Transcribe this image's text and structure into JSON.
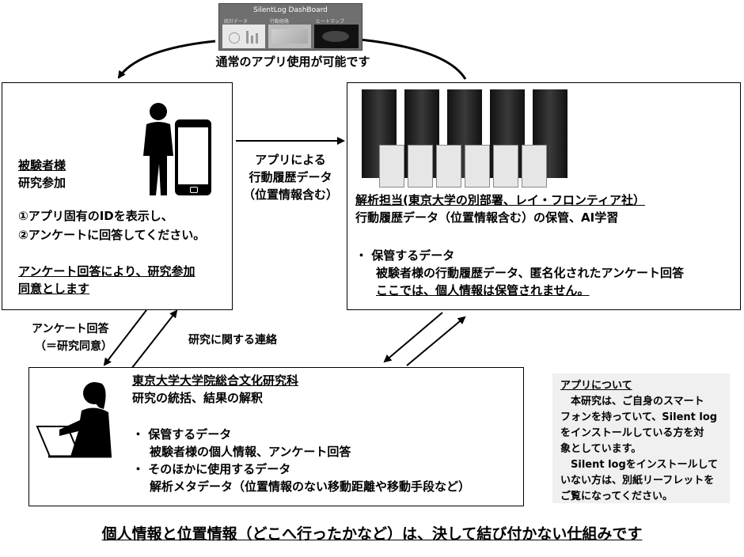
{
  "dashboard": {
    "title": "SilentLog DashBoard",
    "tabs": [
      "統計データ",
      "行動経路",
      "ヒートマップ"
    ]
  },
  "top_arrow_label": "通常のアプリ使用が可能です",
  "participant": {
    "heading": "被験者様",
    "line1": "研究参加",
    "line2": "①アプリ固有のIDを表示し、",
    "line3": "②アンケートに回答してください。",
    "consent1": "アンケート回答により、研究参加",
    "consent2": "同意とします"
  },
  "middle_arrow_label": {
    "line1": "アプリによる",
    "line2": "行動履歴データ",
    "line3": "（位置情報含む）"
  },
  "analysis": {
    "heading": "解析担当(東京大学の別部署、レイ・フロンティア社）",
    "line1": "行動履歴データ（位置情報含む）の保管、AI学習",
    "bullet": "・ 保管するデータ",
    "bullet_detail": "被験者様の行動履歴データ、匿名化されたアンケート回答",
    "note": "ここでは、個人情報は保管されません。"
  },
  "left_arrow_label": {
    "line1": "アンケート回答",
    "line2": "（＝研究同意）"
  },
  "contact_label": "研究に関する連絡",
  "university": {
    "heading": "東京大学大学院総合文化研究科",
    "line1": "研究の統括、結果の解釈",
    "bullet1": "・ 保管するデータ",
    "bullet1_detail": "被験者様の個人情報、アンケート回答",
    "bullet2": "・ そのほかに使用するデータ",
    "bullet2_detail": "解析メタデータ（位置情報のない移動距離や移動手段など）"
  },
  "app_info": {
    "heading": "アプリについて",
    "lines": [
      "　本研究は、ご自身のスマート",
      "フォンを持っていて、Silent log",
      "をインストールしている方を対",
      "象としています。",
      "　Silent logをインストールして",
      "いない方は、別紙リーフレットを",
      "ご覧になってください。"
    ]
  },
  "footer": "個人情報と位置情報（どこへ行ったかなど）は、決して結び付かない仕組みです"
}
